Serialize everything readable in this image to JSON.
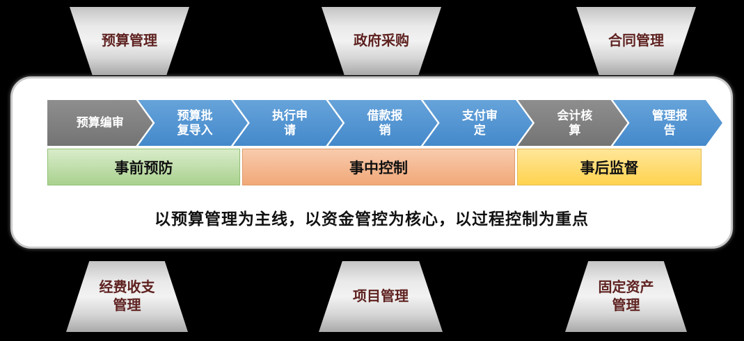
{
  "top_modules": [
    {
      "label": "预算管理"
    },
    {
      "label": "政府采购"
    },
    {
      "label": "合同管理"
    }
  ],
  "bottom_modules": [
    {
      "label": "经费收支管理"
    },
    {
      "label": "项目管理"
    },
    {
      "label": "固定资产管理"
    }
  ],
  "process_steps": [
    {
      "label": "预算编审",
      "color": "#7f7f7f"
    },
    {
      "label": "预算批复导入",
      "color": "#4e95d4"
    },
    {
      "label": "执行申请",
      "color": "#4e95d4"
    },
    {
      "label": "借款报销",
      "color": "#4e95d4"
    },
    {
      "label": "支付审定",
      "color": "#4e95d4"
    },
    {
      "label": "会计核算",
      "color": "#7f7f7f"
    },
    {
      "label": "管理报告",
      "color": "#4e95d4"
    }
  ],
  "phases": [
    {
      "label": "事前预防",
      "color": "#a9d18e"
    },
    {
      "label": "事中控制",
      "color": "#f1a878"
    },
    {
      "label": "事后监督",
      "color": "#ffd34f"
    }
  ],
  "slogan": "以预算管理为主线，以资金管控为核心，以过程控制为重点",
  "panel_colors": {
    "background": "#ffffff",
    "border": "#c9c9c9",
    "page_background": "#000000"
  }
}
